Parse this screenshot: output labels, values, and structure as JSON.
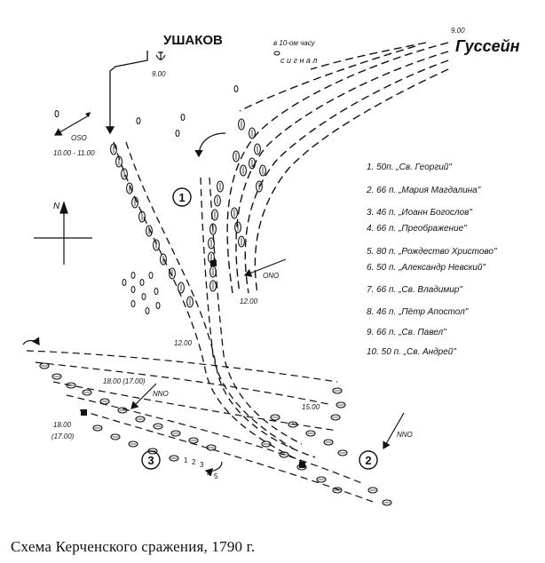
{
  "map": {
    "commanders": {
      "russian": "УШАКОВ",
      "turkish": "Гуссейн"
    },
    "note": {
      "line1": "в 10-ом часу",
      "line2": "с и г н а л"
    },
    "times": {
      "ushakov_start": "9.00",
      "hussein_start": "9.00",
      "course_oso": "10.00 - 11.00",
      "t12a": "12.00",
      "t12b": "12.00",
      "t15": "15.00",
      "t18a": "18.00 (17.00)",
      "t18b_1": "18.00",
      "t18b_2": "(17.00)"
    },
    "winds": {
      "oso": "OSO",
      "ono": "ONO",
      "nno_a": "NNO",
      "nno_b": "NNO"
    },
    "compass_label": "N",
    "phases": [
      "1",
      "2",
      "3"
    ],
    "legend": [
      "1. 50п. „Св. Георгий\"",
      "2. 66 п. „Мария Магдалина\"",
      "3. 46 п. „Иоанн Богослов\"",
      "4. 66 п. „Преображение\"",
      "5. 80 п. „Рождество Христово\"",
      "6. 50 п. „Александр Невский\"",
      "7. 66 п. „Св. Владимир\"",
      "8. 46 п. „Пётр Апостол\"",
      "9. 66 п. „Св. Павел\"",
      "10. 50 п. „Св. Андрей\""
    ],
    "ship_numbers": [
      "1",
      "2",
      "3",
      "4",
      "5"
    ]
  },
  "caption": "Схема Керченского сражения, 1790 г."
}
